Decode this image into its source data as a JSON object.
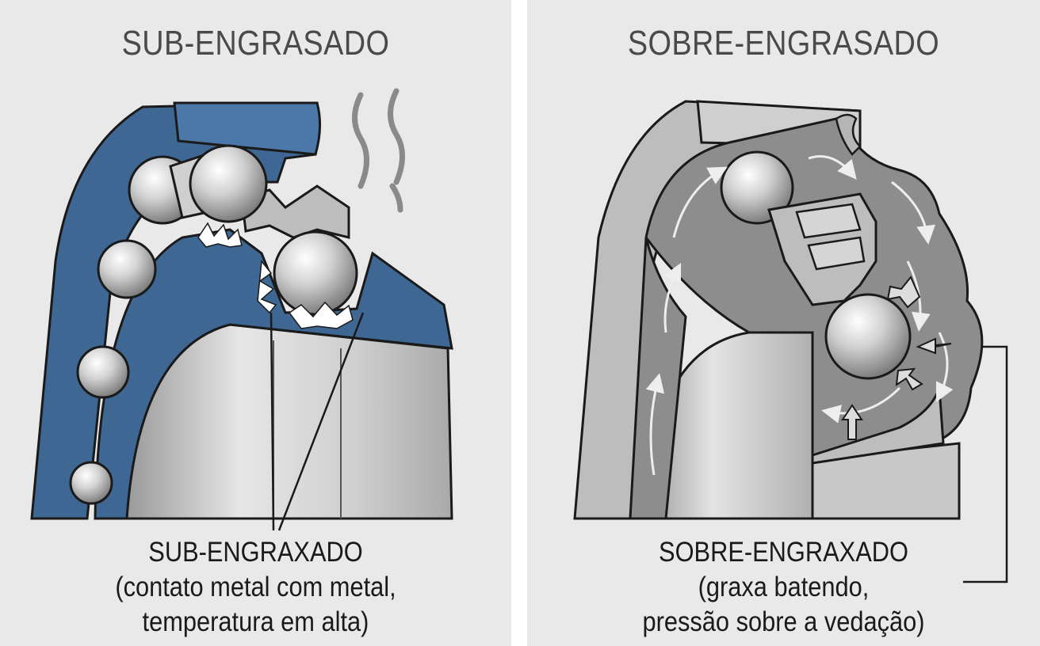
{
  "left_panel": {
    "title": "SUB-ENGRASADO",
    "caption": {
      "line1": "SUB-ENGRAXADO",
      "line2": "(contato metal com metal,",
      "line3": "temperatura em alta)"
    },
    "colors": {
      "housing": "#3f6793",
      "metal": "#c7c7c7",
      "outline": "#1a1a1a",
      "heat": "#8a8a8a"
    }
  },
  "right_panel": {
    "title": "SOBRE-ENGRASADO",
    "caption": {
      "line1": "SOBRE-ENGRAXADO",
      "line2": "(graxa batendo,",
      "line3": "pressão sobre a vedação)"
    },
    "colors": {
      "grease": "#8d8d8d",
      "metal": "#c9c9c9",
      "flow_arrows": "#eeeeee",
      "outline": "#1a1a1a"
    }
  },
  "background": "#e9e9e9"
}
